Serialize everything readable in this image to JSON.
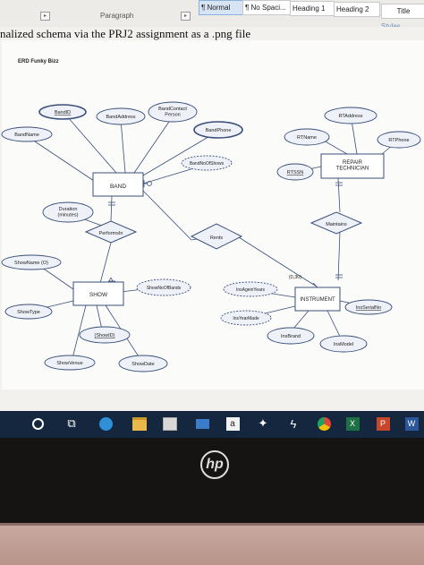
{
  "ribbon": {
    "styles": [
      "Normal",
      "No Spaci...",
      "Heading 1",
      "Heading 2",
      "Title"
    ],
    "selected_style": "Normal",
    "paragraph_label": "Paragraph",
    "styles_label": "Styles"
  },
  "document": {
    "text_line": "nalized schema via the PRJ2 assignment as a .png file",
    "diagram_title": "ERD Funky Bizz"
  },
  "erd": {
    "entities": {
      "band": "BAND",
      "show": "SHOW",
      "instrument": "INSTRUMENT",
      "repair_technician": "REPAIR\nTECHNICIAN"
    },
    "relationships": {
      "performsin": "PerformsIn",
      "rents": "Rents",
      "maintains": "Maintains"
    },
    "attributes": {
      "bandid": "BandID",
      "bandaddress": "BandAddress",
      "bandcontactperson": "BandContact\nPerson",
      "bandphone": "BandPhone",
      "bandname": "BandName",
      "bandnoofshows": "BandNoOfShows",
      "duration": "Duration\n(minutes)",
      "showname": "ShowName (O)",
      "shownoofbands": "ShowNoOfBands",
      "showtype": "ShowType",
      "showid": "(ShowID)",
      "showvenue": "ShowVenue",
      "showdate": "ShowDate",
      "rtaddress": "RTAddress",
      "rtname": "RTName",
      "rtphone": "RTPhone",
      "rtssn": "RTSSN",
      "insageinyears": "InsAgeinYears",
      "insyearmade": "InsYearMade",
      "insserialno": "InsSerialNo",
      "insbrand": "InsBrand",
      "insmodel": "InsModel"
    },
    "cardinality": "(0,30)"
  },
  "taskbar": {
    "icons": [
      "search-icon",
      "task-view-icon",
      "edge-icon",
      "file-explorer-icon",
      "store-icon",
      "mail-icon",
      "amazon-icon",
      "dropbox-icon",
      "bolt-icon",
      "chrome-icon",
      "excel-icon",
      "powerpoint-icon",
      "word-icon"
    ]
  },
  "laptop": {
    "logo_text": "hp"
  },
  "colors": {
    "taskbar": "#15273f",
    "erd_stroke": "#3a4f7a",
    "erd_fill": "#eef1f7",
    "ribbon": "#ecebe7"
  }
}
